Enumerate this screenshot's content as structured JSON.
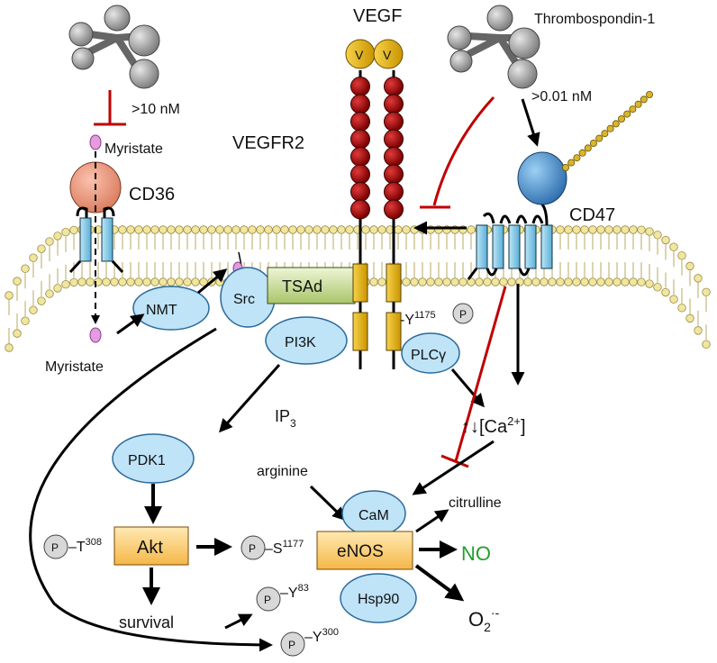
{
  "labels": {
    "vegf": "VEGF",
    "vegfr2": "VEGFR2",
    "tsp1": "Thrombospondin-1",
    "dose_cd36": ">10 nM",
    "dose_cd47": ">0.01 nM",
    "myristate_top": "Myristate",
    "myristate_bottom": "Myristate",
    "cd36": "CD36",
    "cd47": "CD47",
    "nmt": "NMT",
    "src": "Src",
    "tsad": "TSAd",
    "pi3k": "PI3K",
    "plcg": "PLCγ",
    "y1175": "-Y",
    "y1175_sup": "1175",
    "ip3": "IP",
    "ip3_sub": "3",
    "ca_prefix": "↑↓[Ca",
    "ca_sup": "2+",
    "ca_suffix": "]",
    "pdk1": "PDK1",
    "akt": "Akt",
    "t308": "–T",
    "t308_sup": "308",
    "survival": "survival",
    "arginine": "arginine",
    "cam": "CaM",
    "enos": "eNOS",
    "s1177": "–S",
    "s1177_sup": "1177",
    "y83": "–Y",
    "y83_sup": "83",
    "y300": "–Y",
    "y300_sup": "300",
    "hsp90": "Hsp90",
    "citrulline": "citrulline",
    "no": "NO",
    "o2": "O",
    "o2_sub": "2",
    "o2_sup": "·-",
    "v_letter": "V",
    "p_letter": "P"
  },
  "colors": {
    "receptor_red": "#b01010",
    "receptor_gold": "#f0b800",
    "membrane_bead": "#f0e6a0",
    "channel_blue": "#7ec8e8",
    "node_blue": "#bfe3f7",
    "akt_orange": "#ffd27a",
    "inhibit_red": "#c00000",
    "no_green": "#22a02a",
    "cd36_salmon": "#f4a088",
    "cd47_blue": "#3f86c6",
    "myristate_pink": "#e59be0",
    "tsad_green": "#cfe0a0"
  }
}
